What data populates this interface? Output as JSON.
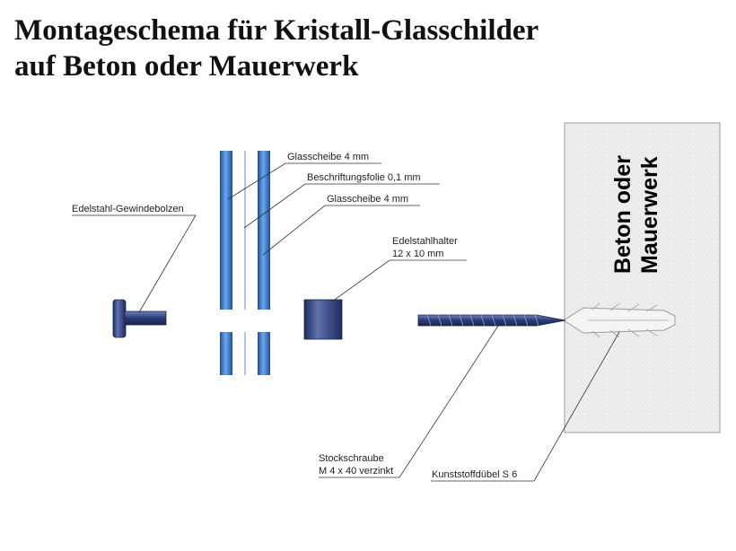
{
  "title": {
    "line1": "Montageschema für Kristall-Glasschilder",
    "line2": "auf Beton oder Mauerwerk"
  },
  "wall": {
    "line1": "Beton oder",
    "line2": "Mauerwerk"
  },
  "labels": {
    "bolt": "Edelstahl-Gewindebolzen",
    "glass_front": "Glasscheibe 4 mm",
    "film": "Beschriftungsfolie 0,1 mm",
    "glass_back": "Glasscheibe 4 mm",
    "holder_line1": "Edelstahlhalter",
    "holder_line2": "12 x 10 mm",
    "screw_line1": "Stockschraube",
    "screw_line2": "M 4 x 40 verzinkt",
    "dowel": "Kunststoffdübel S 6"
  },
  "colors": {
    "glass": "#3f7fd0",
    "metal": "#2d3f7a",
    "wall": "#ececec"
  }
}
